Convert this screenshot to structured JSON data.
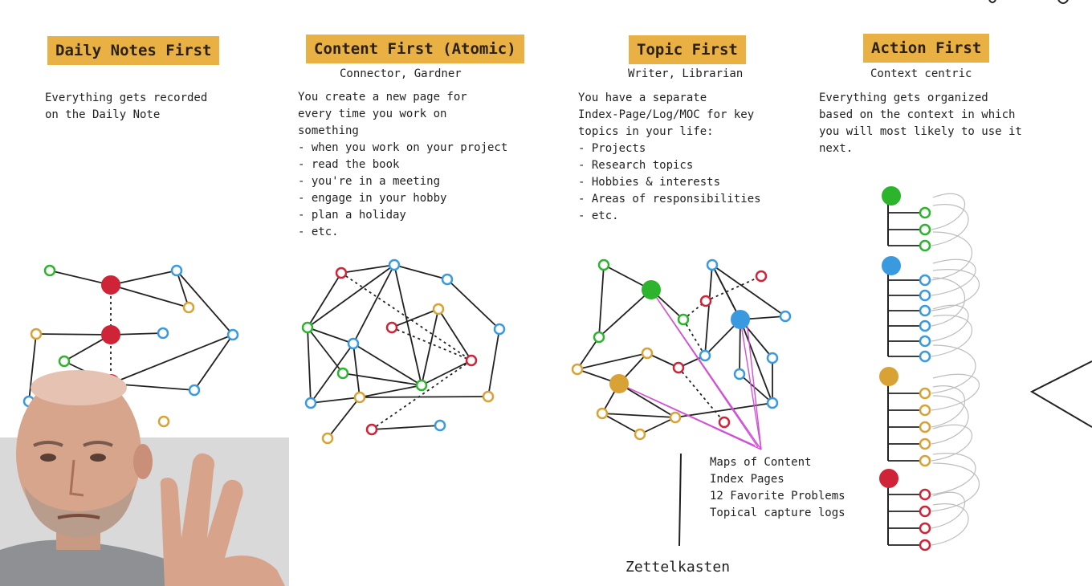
{
  "columns": [
    {
      "id": "daily",
      "title": "Daily Notes First",
      "subtitle": "",
      "description": "Everything gets recorded\non the Daily Note"
    },
    {
      "id": "content",
      "title": "Content First (Atomic)",
      "subtitle": "Connector, Gardner",
      "description": "You create a new page for\nevery time you work on\nsomething\n- when you work on your project\n- read the book\n- you're in a meeting\n- engage in your hobby\n- plan a holiday\n- etc."
    },
    {
      "id": "topic",
      "title": "Topic First",
      "subtitle": "Writer, Librarian",
      "description": "You have a separate\nIndex-Page/Log/MOC for key\ntopics in your life:\n- Projects\n- Research topics\n- Hobbies & interests\n- Areas of responsibilities\n- etc."
    },
    {
      "id": "action",
      "title": "Action First",
      "subtitle": "Context centric",
      "description": "Everything gets organized\nbased on the context in which\nyou will most likely to use it\nnext."
    }
  ],
  "topic_annotation": "Maps of Content\nIndex Pages\n12 Favorite Problems\nTopical capture logs",
  "footer_label": "Zettelkasten",
  "colors": {
    "header_bg": "#e9b044",
    "green": "#2cb52c",
    "blue": "#3a9ae0",
    "red": "#cf2438",
    "orange": "#d9a234",
    "magenta": "#d24fd6",
    "arrow_gray": "#bdbdbd"
  },
  "icons": [
    "presenter-video-overlay"
  ]
}
